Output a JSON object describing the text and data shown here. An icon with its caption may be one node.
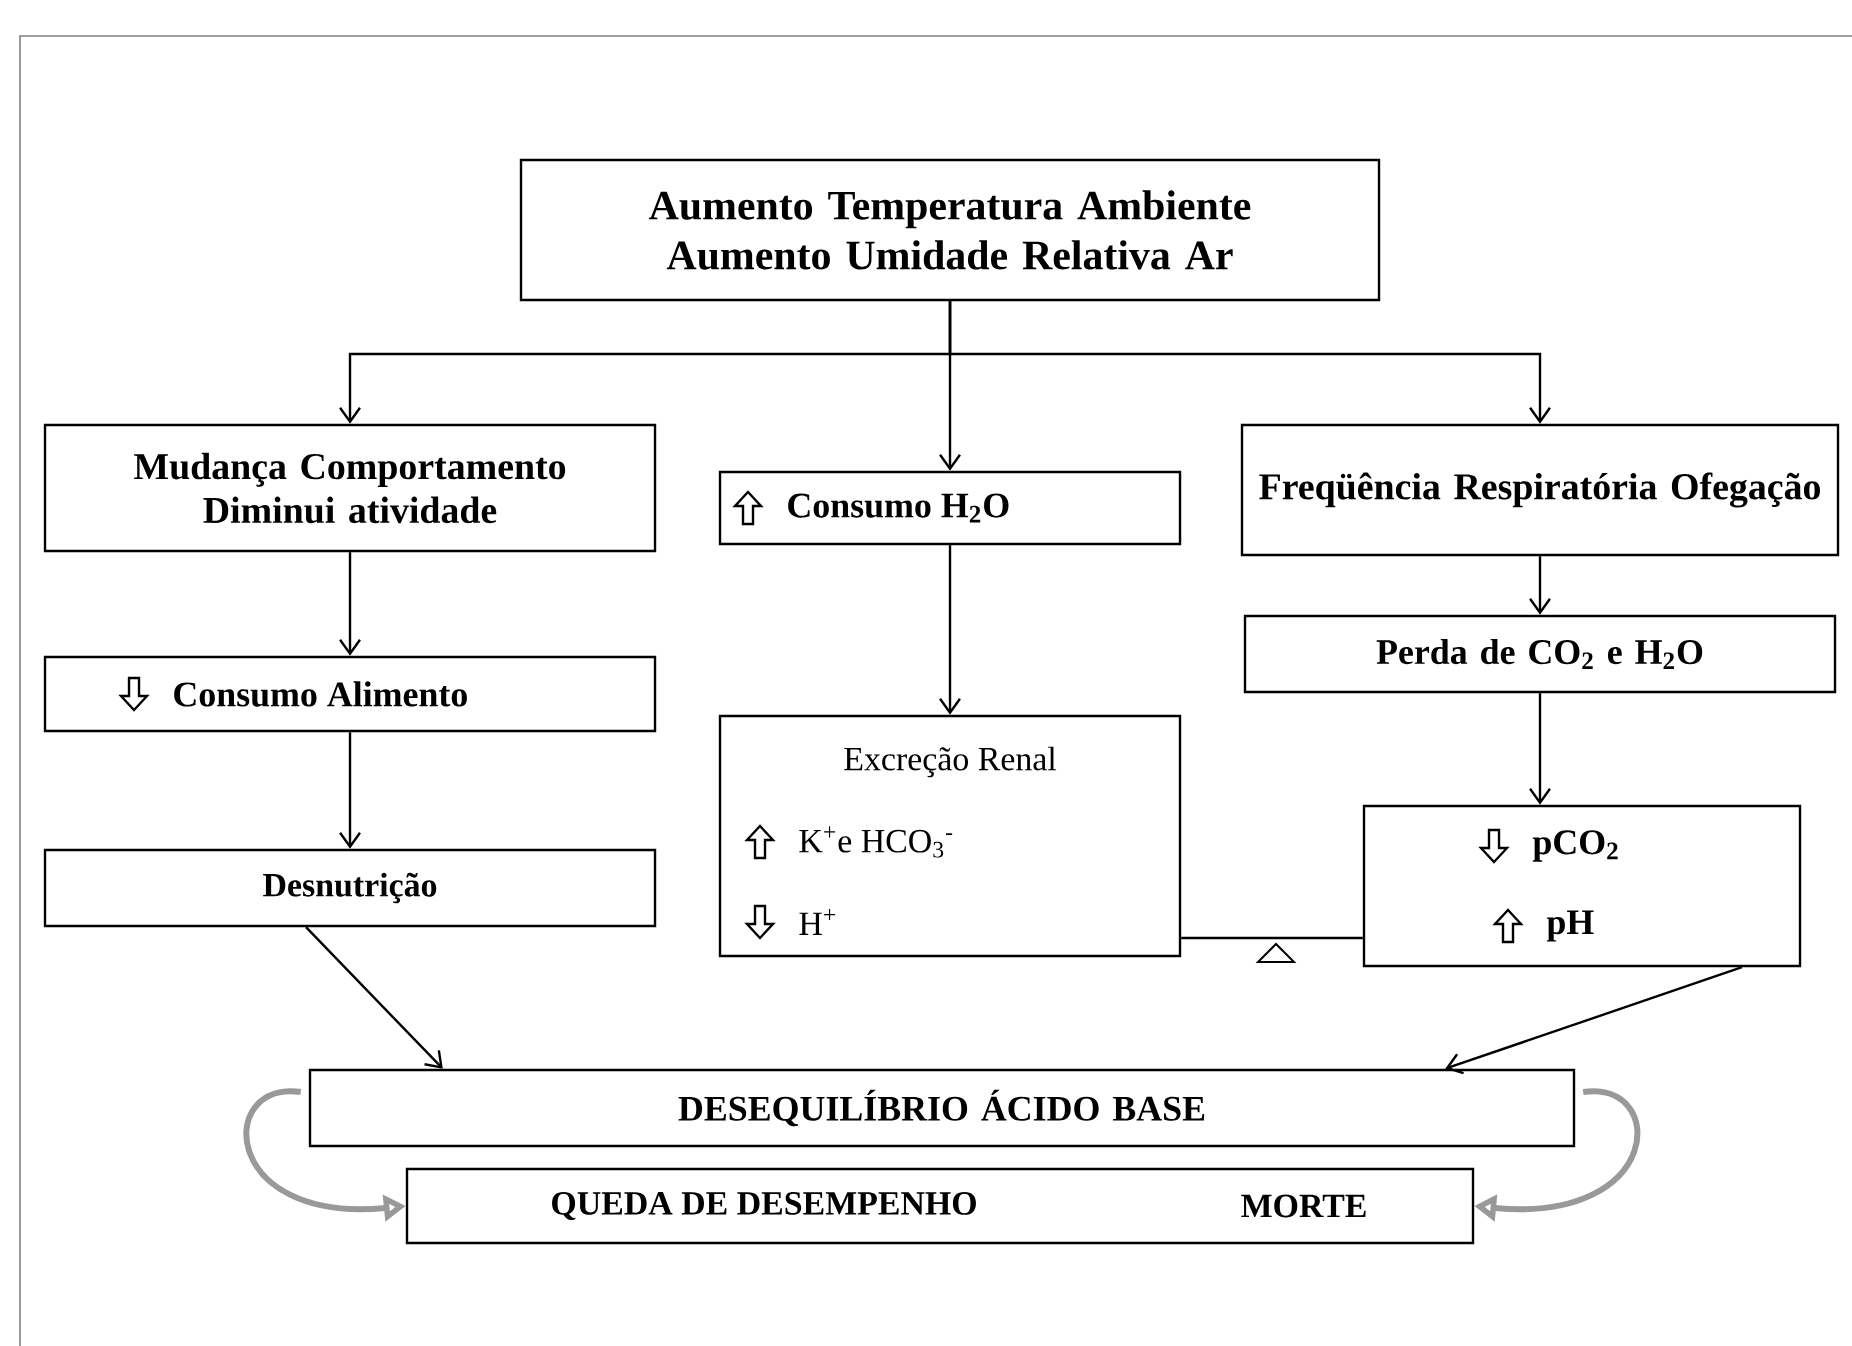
{
  "diagram": {
    "nodes": [
      {
        "text": [
          "Aumento Temperatura Ambiente Aumento Umidade Relativa Ar"
        ]
      },
      {
        "text": [
          "Mudança Comportamento Diminui atividade"
        ]
      },
      {
        "text": [
          "Consumo H$_{2}$O"
        ]
      },
      {
        "text": [
          "Freqüência Respiratória Ofegação"
        ]
      },
      {
        "text": [
          "Consumo Alimento"
        ]
      },
      {
        "text": [
          "Perda de CO$_{2}$ e H$_{2}$O"
        ]
      },
      {
        "text": [
          "Desnutrição"
        ]
      },
      {
        "text": [
          "Excreção Renal",
          "K$^{+}$e HCO$_{3}$$^{-}$",
          "H$^{+}$"
        ]
      },
      {
        "text": [
          "pCO$_{2}$",
          "pH"
        ]
      },
      {
        "text": [
          "DESEQUILÍBRIO ÁCIDO BASE"
        ]
      },
      {
        "text": [
          "QUEDA DE DESEMPENHO",
          "MORTE"
        ]
      }
    ],
    "edges": [
      {
        "from": 0,
        "to": 1,
        "arrow": "to"
      },
      {
        "from": 0,
        "to": 2,
        "arrow": "to"
      },
      {
        "from": 0,
        "to": 3,
        "arrow": "to"
      },
      {
        "from": 1,
        "to": 4,
        "arrow": "to"
      },
      {
        "from": 4,
        "to": 6,
        "arrow": "to"
      },
      {
        "from": 2,
        "to": 7,
        "arrow": "to"
      },
      {
        "from": 3,
        "to": 5,
        "arrow": "to"
      },
      {
        "from": 5,
        "to": 8,
        "arrow": "to"
      },
      {
        "from": 6,
        "to": 9,
        "arrow": "to"
      },
      {
        "from": 8,
        "to": 9,
        "arrow": "to"
      },
      {
        "from": 7,
        "to": 8,
        "arrow": "none"
      },
      {
        "from": 9,
        "to": 10,
        "arrow": "to",
        "style": "thick",
        "color": "#999999"
      },
      {
        "from": 9,
        "to": 10,
        "arrow": "to",
        "style": "thick",
        "color": "#999999"
      }
    ]
  }
}
